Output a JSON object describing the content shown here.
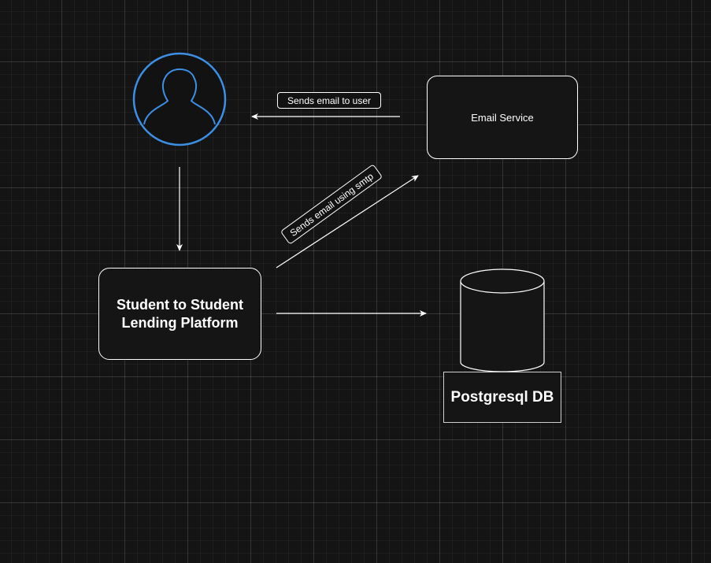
{
  "nodes": {
    "user": {
      "icon": "user-avatar-icon"
    },
    "platform": {
      "label": "Student to Student Lending Platform"
    },
    "email_service": {
      "label": "Email Service"
    },
    "database": {
      "label": "Postgresql DB",
      "icon": "database-cylinder-icon"
    }
  },
  "edges": {
    "email_to_user": {
      "label": "Sends email to user"
    },
    "platform_to_email": {
      "label": "Sends email using smtp"
    },
    "user_to_platform": {
      "label": ""
    },
    "platform_to_db": {
      "label": ""
    }
  },
  "colors": {
    "background": "#141414",
    "stroke": "#ffffff",
    "user_icon": "#3d8fe6"
  }
}
